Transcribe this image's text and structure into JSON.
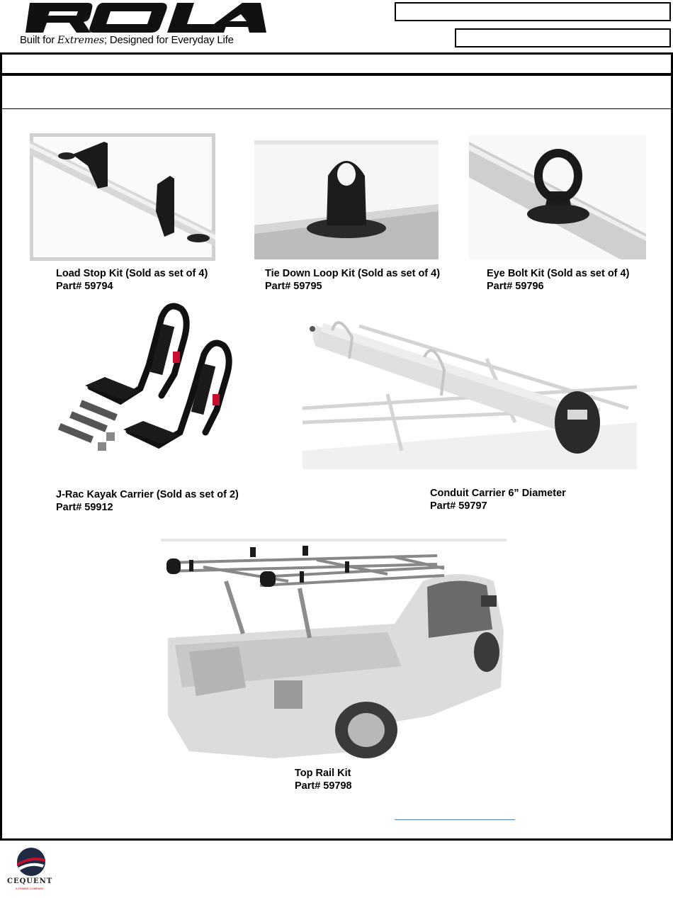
{
  "header": {
    "brand": "ROLA",
    "tagline_before": "Built for ",
    "tagline_script": "Extremes",
    "tagline_after": "; Designed for Everyday Life"
  },
  "products": [
    {
      "name": "Load Stop Kit (Sold as set of 4)",
      "part": "Part# 59794"
    },
    {
      "name": "Tie Down Loop Kit (Sold as set of 4)",
      "part": "Part# 59795"
    },
    {
      "name": "Eye Bolt Kit (Sold as set of 4)",
      "part": "Part# 59796"
    },
    {
      "name": "J-Rac Kayak Carrier (Sold as set of 2)",
      "part": "Part# 59912"
    },
    {
      "name": "Conduit Carrier 6” Diameter",
      "part": "Part# 59797"
    },
    {
      "name": "Top Rail Kit",
      "part": "Part# 59798"
    }
  ],
  "footer": {
    "brand": "CEQUENT",
    "sub": "A TRIMAS COMPANY"
  },
  "colors": {
    "accent_red": "#c8102e",
    "navy": "#1f2a44",
    "link_blue": "#4a86c8"
  }
}
